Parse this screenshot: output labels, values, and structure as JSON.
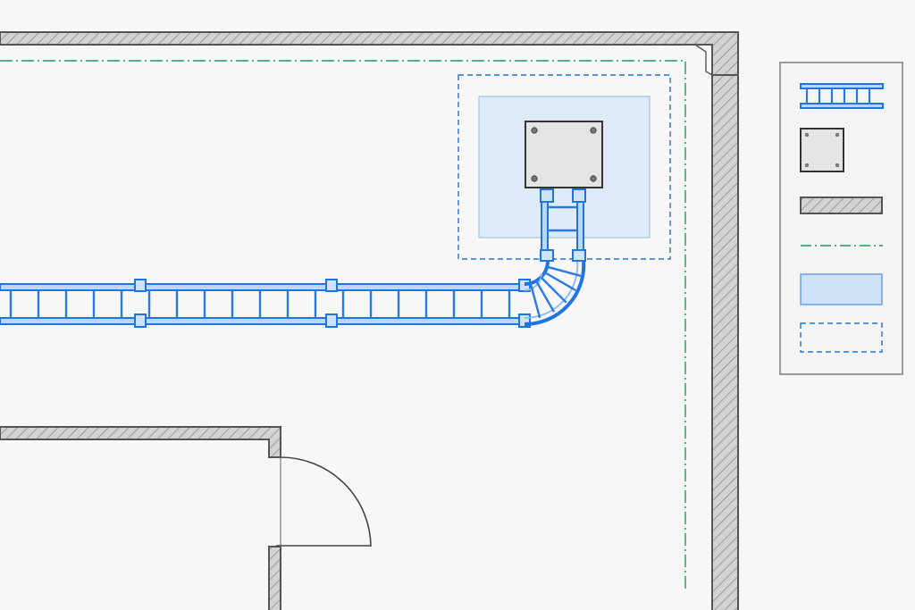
{
  "colors": {
    "background": "#f7f7f7",
    "wall_stroke": "#555555",
    "wall_fill": "#cfcfcf",
    "tray_blue": "#1f74e0",
    "tray_light": "#8fbcf0",
    "zone_fill": "#d6e6f8",
    "zone_dashed": "#2a6fd6",
    "clearance_green": "#1f9a5a",
    "equipment_fill": "#e4e4e4",
    "equipment_stroke": "#333333",
    "door_stroke": "#444444",
    "legend_border": "#9a9a9a",
    "legend_bg": "#f4f4f4"
  },
  "plan": {
    "elements": [
      "exterior-wall-top",
      "exterior-wall-right",
      "interior-wall",
      "door-swing",
      "clearance-line",
      "equipment-zone",
      "equipment-box",
      "cable-tray-horizontal",
      "cable-tray-bend",
      "cable-tray-vertical"
    ]
  },
  "legend": {
    "items": [
      {
        "key": "cable-tray",
        "icon": "cable-tray-icon"
      },
      {
        "key": "equipment",
        "icon": "equipment-box-icon"
      },
      {
        "key": "wall",
        "icon": "wall-hatch-icon"
      },
      {
        "key": "clearance",
        "icon": "dash-dot-line-icon"
      },
      {
        "key": "zone-fill",
        "icon": "zone-fill-icon"
      },
      {
        "key": "zone-boundary",
        "icon": "dashed-boundary-icon"
      }
    ]
  }
}
